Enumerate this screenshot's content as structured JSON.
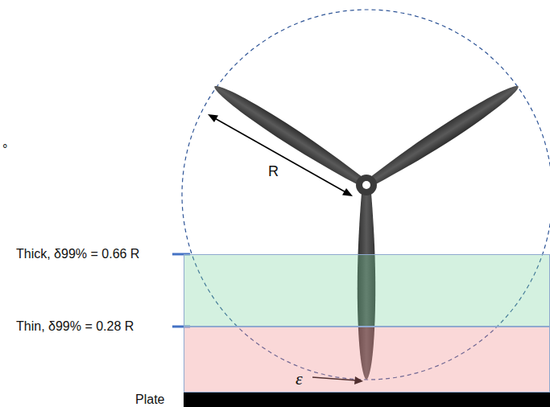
{
  "diagram": {
    "nodes": [
      {
        "text": [
          "Thick, δ99% = 0.66 R"
        ]
      },
      {
        "text": [
          "Thin, δ99% = 0.28 R"
        ]
      },
      {
        "text": [
          "Plate"
        ]
      }
    ],
    "labels": [
      "R",
      "ε",
      "°"
    ]
  }
}
